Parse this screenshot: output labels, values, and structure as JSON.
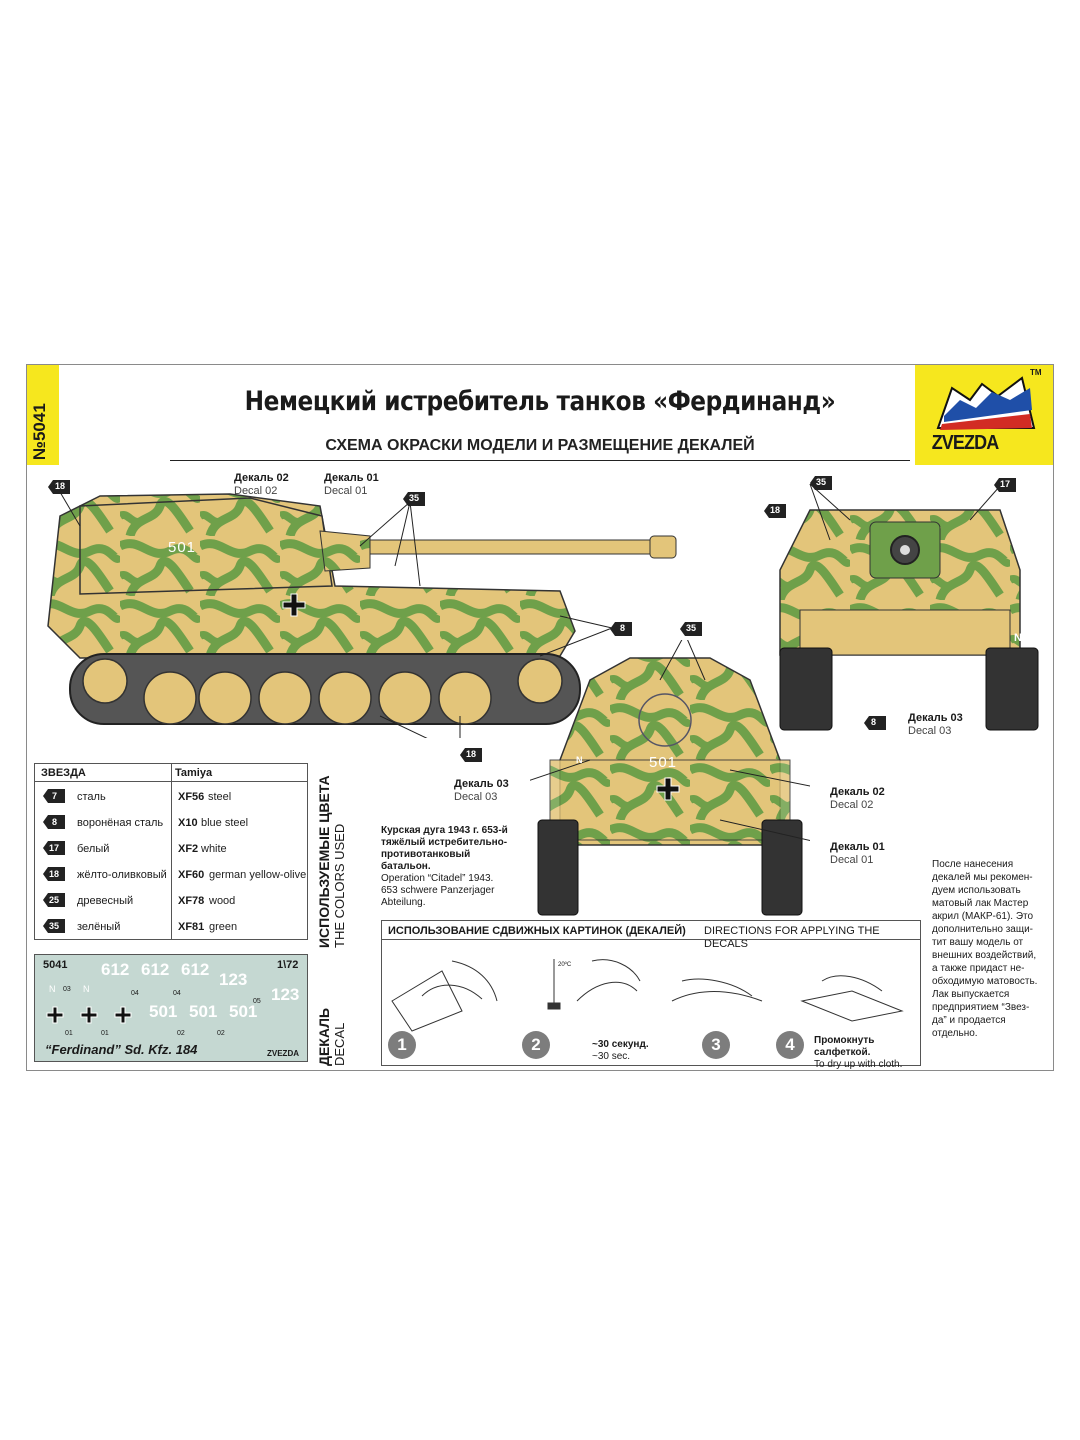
{
  "header": {
    "title": "Немецкий истребитель танков «Фердинанд»",
    "subtitle": "СХЕМА ОКРАСКИ МОДЕЛИ И РАЗМЕЩЕНИЕ ДЕКАЛЕЙ",
    "kit_number": "№5041",
    "brand": "ZVEZDA",
    "trademark": "TM"
  },
  "decal_labels": {
    "side_decal02_ru": "Декаль 02",
    "side_decal02_en": "Decal 02",
    "side_decal01_ru": "Декаль 01",
    "side_decal01_en": "Decal 01",
    "rear_decal03_ru": "Декаль 03",
    "rear_decal03_en": "Decal 03",
    "front_decal03_ru": "Декаль 03",
    "front_decal03_en": "Decal 03",
    "front_decal02_ru": "Декаль 02",
    "front_decal02_en": "Decal 02",
    "front_decal01_ru": "Декаль 01",
    "front_decal01_en": "Decal 01"
  },
  "markings": {
    "hull_number": "501",
    "front_number": "501",
    "letter_n": "N"
  },
  "callouts": [
    "18",
    "35",
    "8",
    "18",
    "35",
    "17",
    "18",
    "8",
    "35"
  ],
  "colors_table": {
    "col_zvezda": "ЗВЕЗДА",
    "col_tamiya": "Tamiya",
    "rows": [
      {
        "num": "7",
        "ru": "сталь",
        "code": "XF56",
        "en": "steel"
      },
      {
        "num": "8",
        "ru": "воронёная сталь",
        "code": "X10",
        "en": "blue steel"
      },
      {
        "num": "17",
        "ru": "белый",
        "code": "XF2",
        "en": "white"
      },
      {
        "num": "18",
        "ru": "жёлто-оливковый",
        "code": "XF60",
        "en": "german yellow-olive"
      },
      {
        "num": "25",
        "ru": "древесный",
        "code": "XF78",
        "en": "wood"
      },
      {
        "num": "35",
        "ru": "зелёный",
        "code": "XF81",
        "en": "green"
      }
    ],
    "side_ru": "ИСПОЛЬЗУЕМЫЕ ЦВЕТА",
    "side_en": "THE COLORS USED"
  },
  "decal_sheet": {
    "code": "5041",
    "scale": "1\\72",
    "numbers_612": [
      "612",
      "612",
      "612"
    ],
    "numbers_123": [
      "123",
      "123"
    ],
    "numbers_501": [
      "501",
      "501",
      "501"
    ],
    "small_labels": [
      "03",
      "04",
      "04",
      "05",
      "01",
      "01",
      "02",
      "02"
    ],
    "n_letters": [
      "N",
      "N"
    ],
    "caption": "“Ferdinand” Sd. Kfz. 184",
    "brand": "ZVEZDA",
    "side_ru": "ДЕКАЛЬ",
    "side_en": "DECAL"
  },
  "operation": {
    "ru_line1": "Курская дуга 1943 г. 653-й",
    "ru_line2": "тяжёлый истребительно-",
    "ru_line3": "противотанковый батальон.",
    "en_line1": "Operation “Citadel” 1943.",
    "en_line2": "653 schwere Panzerjager",
    "en_line3": "Abteilung."
  },
  "directions": {
    "title_ru": "ИСПОЛЬЗОВАНИЕ СДВИЖНЫХ КАРТИНОК (ДЕКАЛЕЙ)",
    "title_en": "DIRECTIONS  FOR APPLYING THE DECALS",
    "steps": [
      "1",
      "2",
      "3",
      "4"
    ],
    "temp": "20ºC",
    "step2_ru": "~30 секунд.",
    "step2_en": "~30 sec.",
    "step4_ru": "Промокнуть салфеткой.",
    "step4_en": "To dry up with cloth."
  },
  "note": {
    "lines": [
      "После нанесения",
      "декалей мы рекомен-",
      "дуем использовать",
      "матовый лак Мастер",
      "акрил (МАКР-61). Это",
      "дополнительно защи-",
      "тит вашу модель от",
      "внешних воздействий,",
      "а также придаст не-",
      "обходимую матовость.",
      "Лак выпускается",
      "предприятием “Звез-",
      "да” и продается",
      "отдельно."
    ]
  },
  "palette": {
    "yellow": "#e9cf7e",
    "green": "#6fa04a",
    "strip": "#f6e71e",
    "track": "#3a3a3a"
  }
}
